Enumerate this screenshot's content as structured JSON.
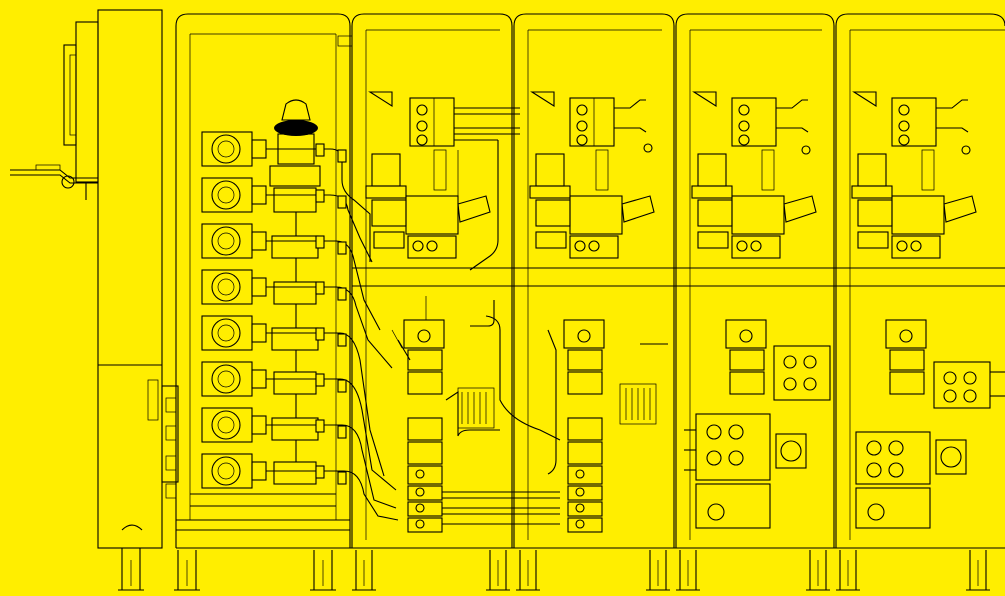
{
  "drawing": {
    "kind": "technical line drawing",
    "colors": {
      "background": "#ffee00",
      "ink": "#000000"
    },
    "cabinets": [
      {
        "id": "A",
        "content": "pump-motor-column"
      },
      {
        "id": "B",
        "content": "valve-panel"
      },
      {
        "id": "C",
        "content": "valve-panel"
      },
      {
        "id": "D",
        "content": "valve-panel-with-manifold"
      },
      {
        "id": "E",
        "content": "valve-panel-with-manifold"
      }
    ]
  }
}
